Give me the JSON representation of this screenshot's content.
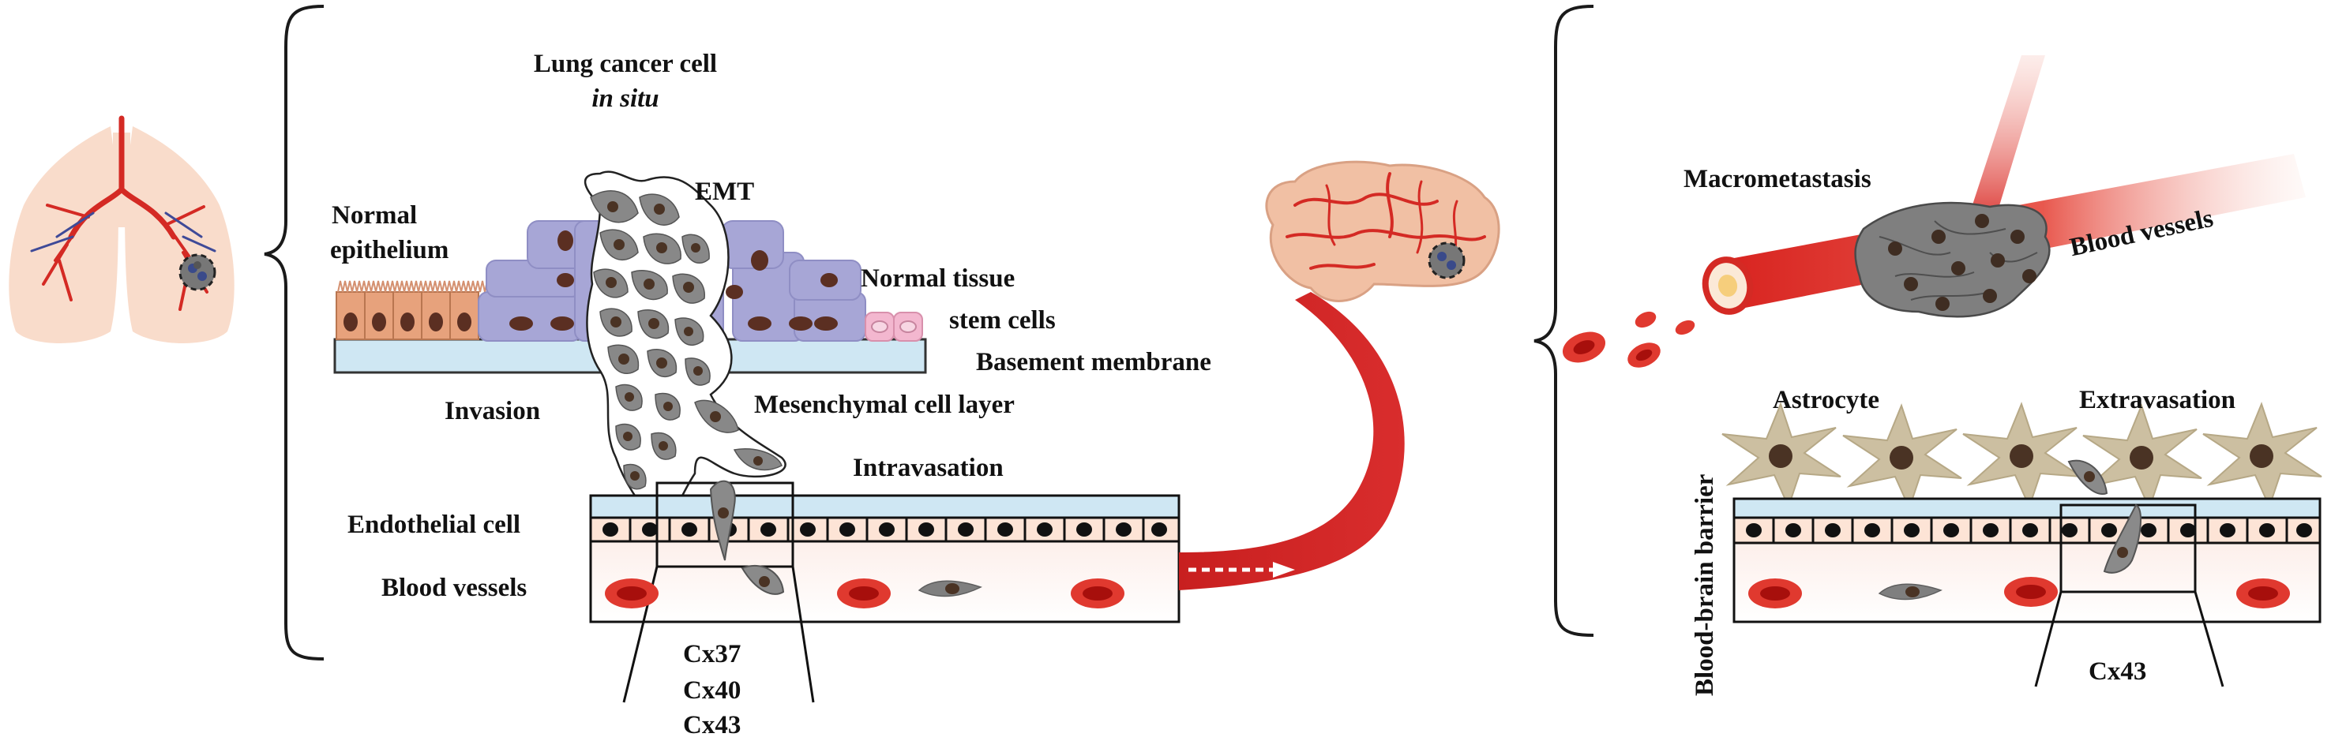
{
  "labels": {
    "lung_cancer_cell": "Lung cancer cell",
    "in_situ": "in situ",
    "emt": "EMT",
    "normal_epithelium_1": "Normal",
    "normal_epithelium_2": "epithelium",
    "normal_tissue_1": "Normal tissue",
    "normal_tissue_2": "stem cells",
    "basement_membrane": "Basement membrane",
    "invasion": "Invasion",
    "mesenchymal_layer": "Mesenchymal cell layer",
    "intravasation": "Intravasation",
    "endothelial_cell": "Endothelial cell",
    "blood_vessels_left": "Blood vessels",
    "cx37": "Cx37",
    "cx40": "Cx40",
    "cx43_left": "Cx43",
    "macrometastasis": "Macrometastasis",
    "blood_vessels_right": "Blood vessels",
    "astrocyte": "Astrocyte",
    "extravasation": "Extravasation",
    "blood_brain_barrier": "Blood-brain barrier",
    "cx43_right": "Cx43"
  },
  "colors": {
    "vessel_red": "#d42a24",
    "tumor_gray": "#858585",
    "basal_purple": "#a7a6d6",
    "epithelium_orange": "#e7a27c",
    "stem_pink": "#f3b7cf",
    "membrane_blue": "#cfe7f3",
    "astrocyte_tan": "#cdc0a2",
    "lung_pink": "#f9dccb"
  },
  "icons": [
    "lung-icon",
    "brain-icon",
    "red-blood-cell-icon",
    "tumor-cell-icon",
    "astrocyte-icon"
  ]
}
